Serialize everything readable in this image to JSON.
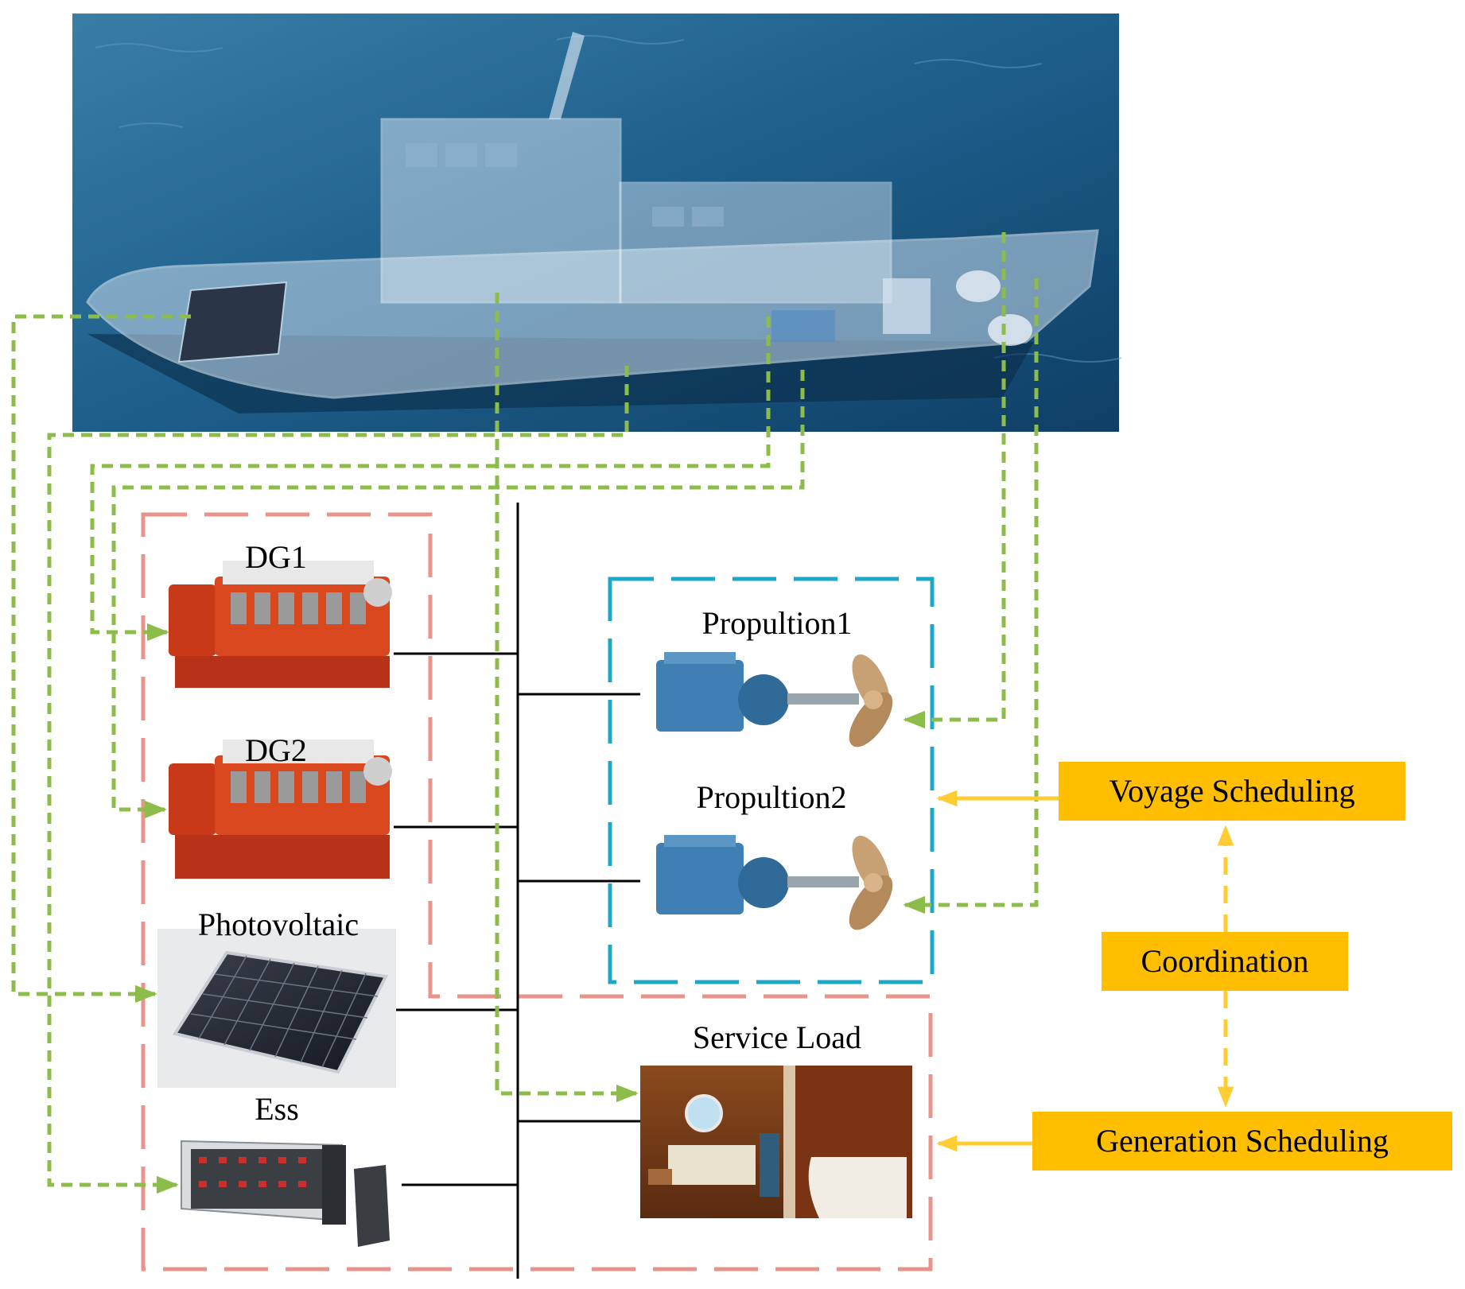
{
  "labels": {
    "dg1": "DG1",
    "dg2": "DG2",
    "photovoltaic": "Photovoltaic",
    "ess": "Ess",
    "propulsion1": "Propultion1",
    "propulsion2": "Propultion2",
    "service_load": "Service Load"
  },
  "control_boxes": {
    "voyage": "Voyage Scheduling",
    "coordination": "Coordination",
    "generation": "Generation Scheduling"
  },
  "colors": {
    "green_dashed": "#8cbd4a",
    "red_dashed": "#e8948c",
    "blue_dashed": "#1ea8c8",
    "orange_box": "#ffbf00",
    "orange_arrow": "#ffcc33",
    "sea": "#1f5f86"
  }
}
